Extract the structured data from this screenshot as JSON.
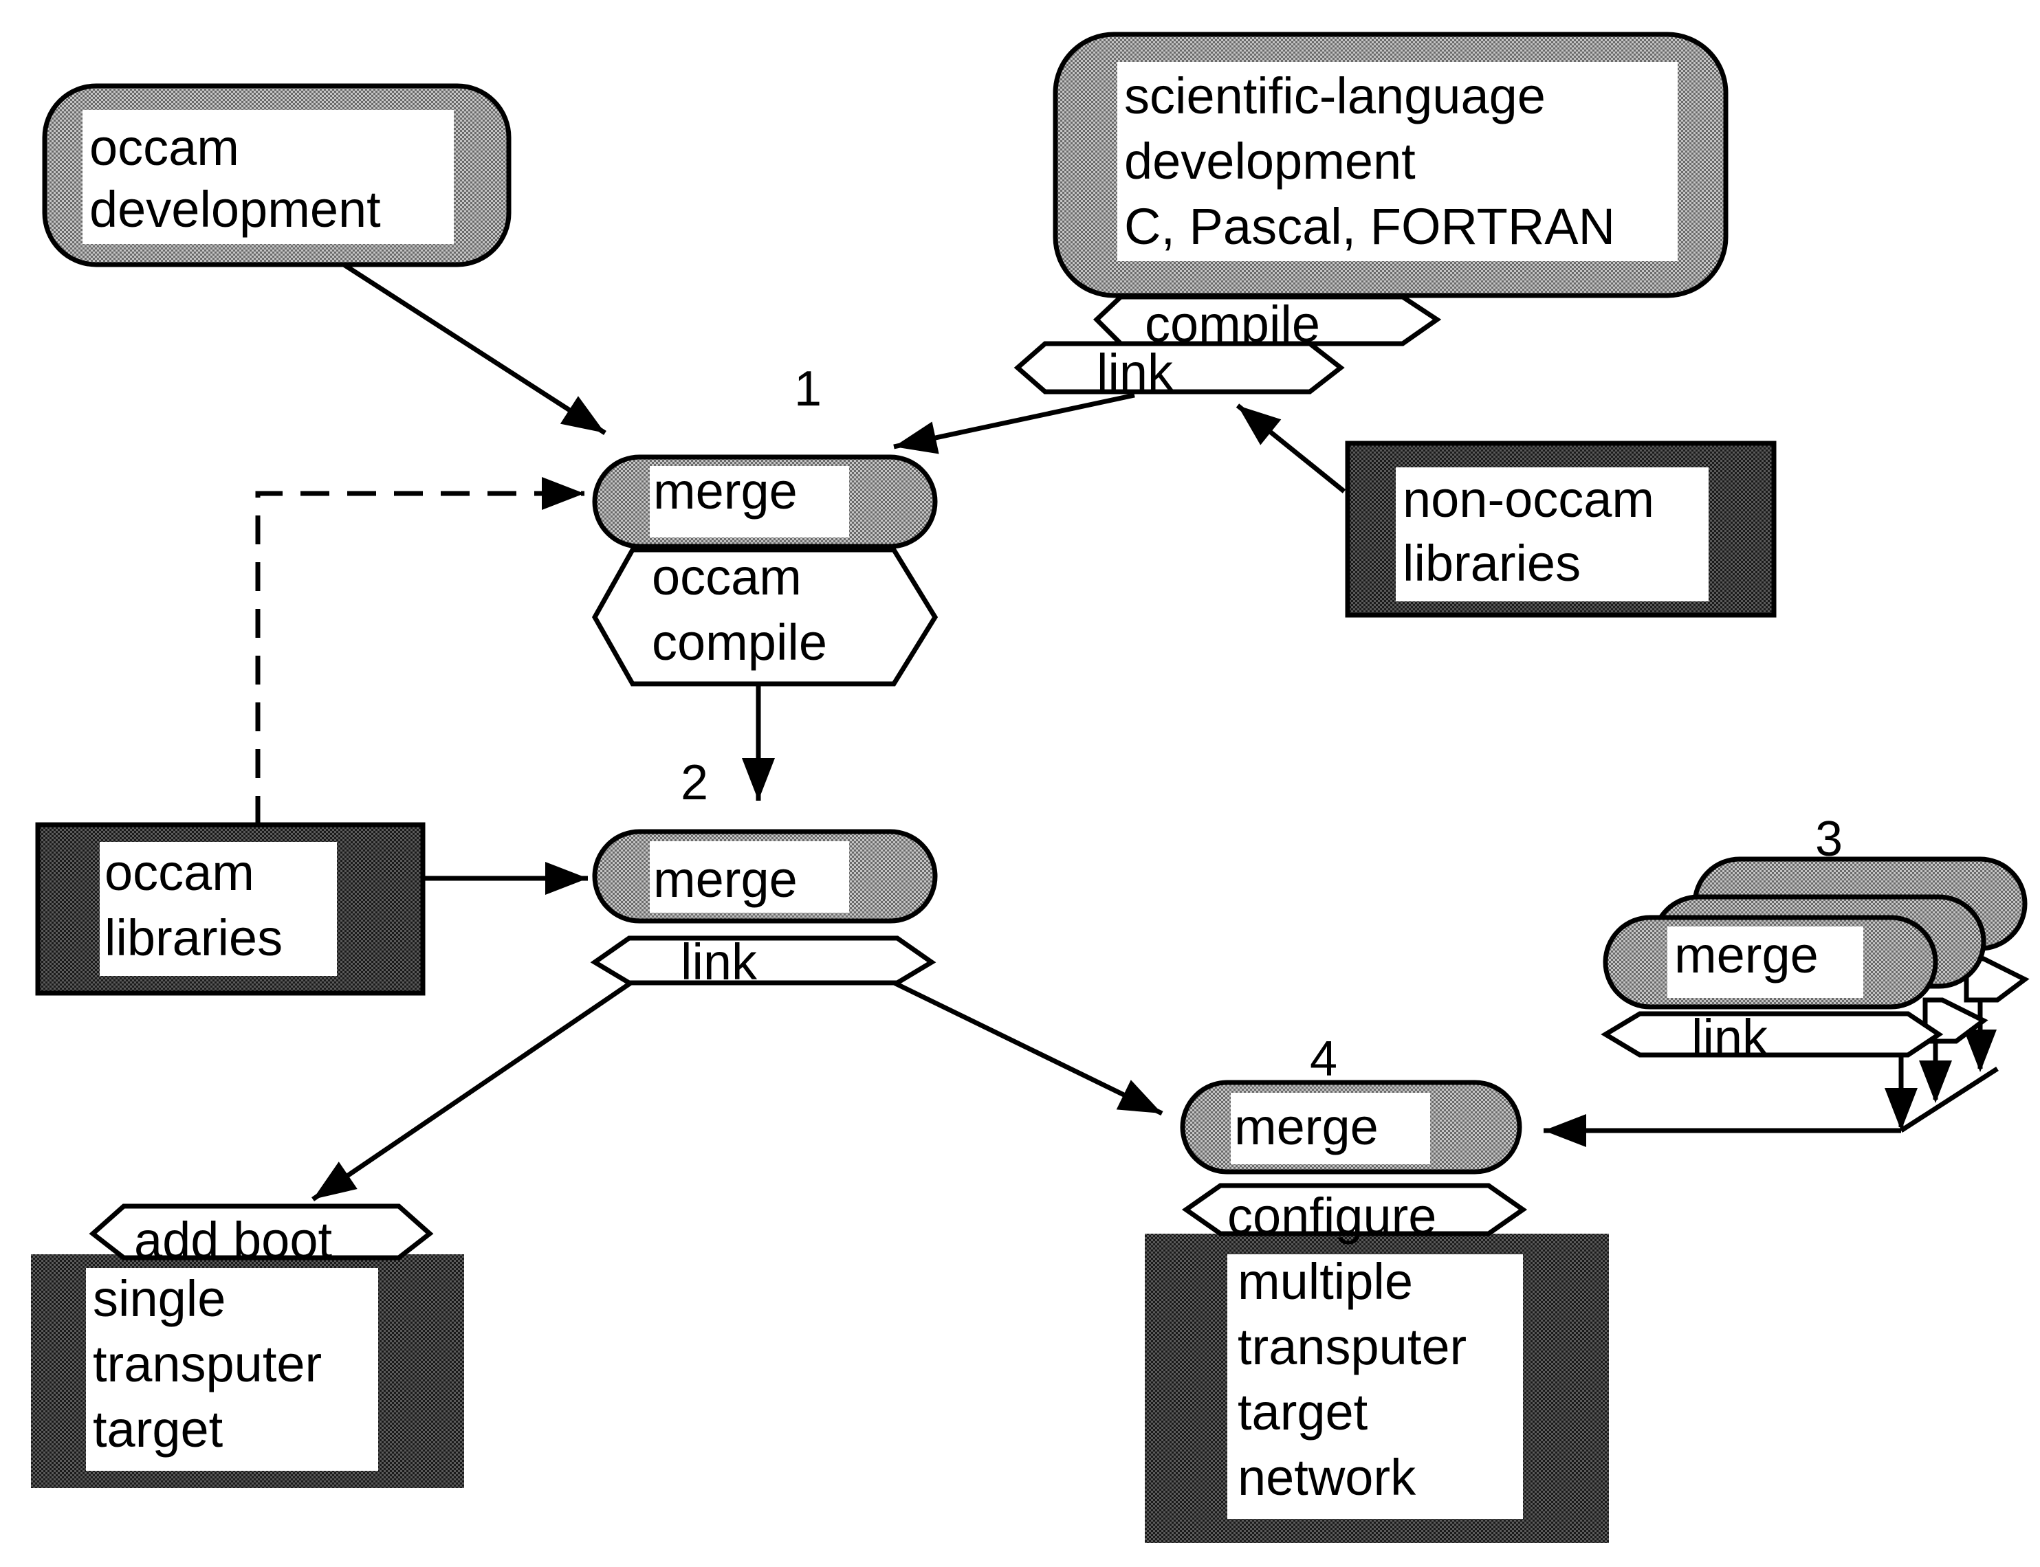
{
  "colors": {
    "ink": "#000000",
    "paper": "#ffffff",
    "dark_fill": "#1a1a1a"
  },
  "nodes": {
    "occam_dev": {
      "line1": "occam",
      "line2": "development"
    },
    "sci_dev": {
      "line1": "scientific-language",
      "line2": "development",
      "line3": "C,  Pascal,  FORTRAN"
    },
    "sci_compile": "compile",
    "sci_link": "link",
    "non_occam_libs": {
      "line1": "non-occam",
      "line2": "libraries"
    },
    "merge1": {
      "number": "1",
      "label": "merge"
    },
    "occam_compile": {
      "line1": "occam",
      "line2": "compile"
    },
    "occam_libs": {
      "line1": "occam",
      "line2": "libraries"
    },
    "merge2": {
      "number": "2",
      "label": "merge",
      "link": "link"
    },
    "merge3": {
      "number": "3",
      "label": "merge",
      "link": "link"
    },
    "merge4": {
      "number": "4",
      "label": "merge",
      "configure": "configure"
    },
    "add_boot": "add  boot",
    "single_target": {
      "line1": "single",
      "line2": "transputer",
      "line3": "target"
    },
    "multi_target": {
      "line1": "multiple",
      "line2": "transputer",
      "line3": "target",
      "line4": "network"
    }
  }
}
